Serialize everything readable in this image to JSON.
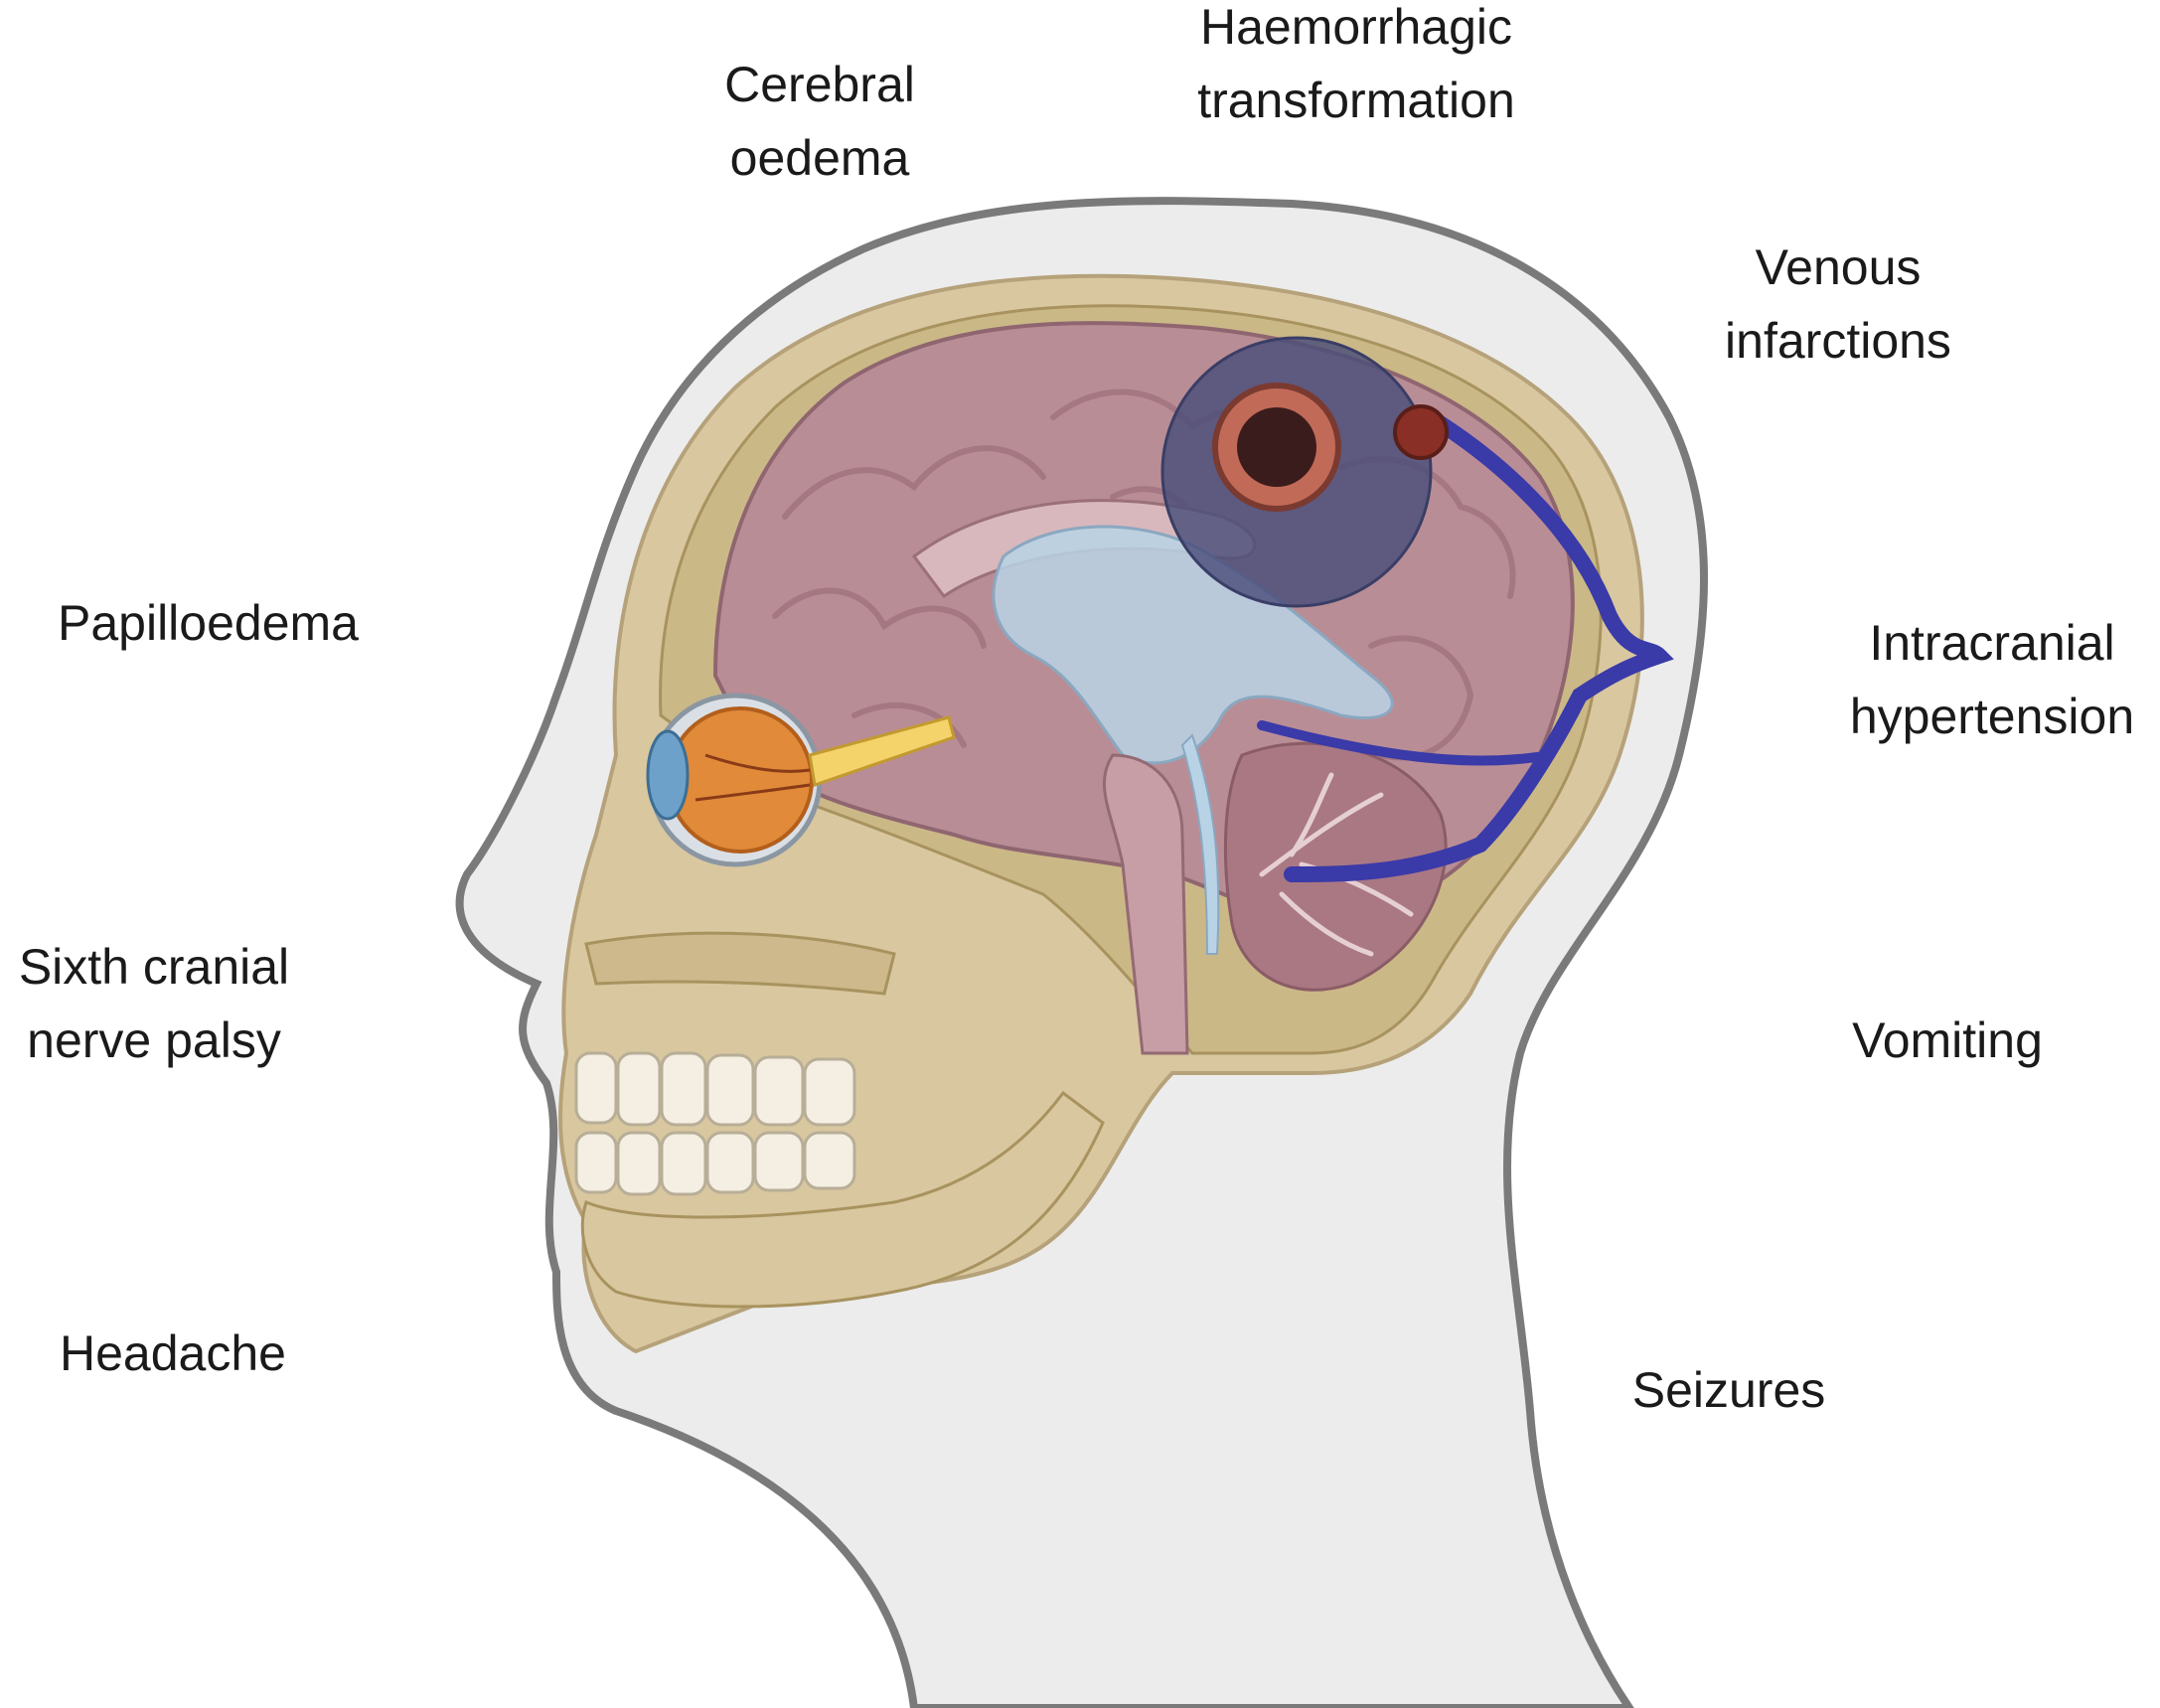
{
  "labels": {
    "cerebral_oedema": [
      "Cerebral",
      "oedema"
    ],
    "haemorrhagic_transformation": [
      "Haemorrhagic",
      "transformation"
    ],
    "venous_infarctions": [
      "Venous",
      "infarctions"
    ],
    "papilloedema": [
      "Papilloedema"
    ],
    "intracranial_hypertension": [
      "Intracranial",
      "hypertension"
    ],
    "sixth_cranial_nerve_palsy": [
      "Sixth cranial",
      "nerve palsy"
    ],
    "vomiting": [
      "Vomiting"
    ],
    "headache": [
      "Headache"
    ],
    "seizures": [
      "Seizures"
    ]
  },
  "colors": {
    "head_fill": "#ececec",
    "head_outline": "#7a7a7a",
    "skull_bone": "#d9c79f",
    "brain": "#b98d96",
    "brain_fold": "#a57782",
    "ventricles": "#b9d3e6",
    "sinus_vein": "#3a3aa8",
    "lesion_halo": "#4a4e7a",
    "haemorrhage": "#5a2a28",
    "eye_iris": "#e08a3a",
    "teeth": "#f4efe2"
  }
}
